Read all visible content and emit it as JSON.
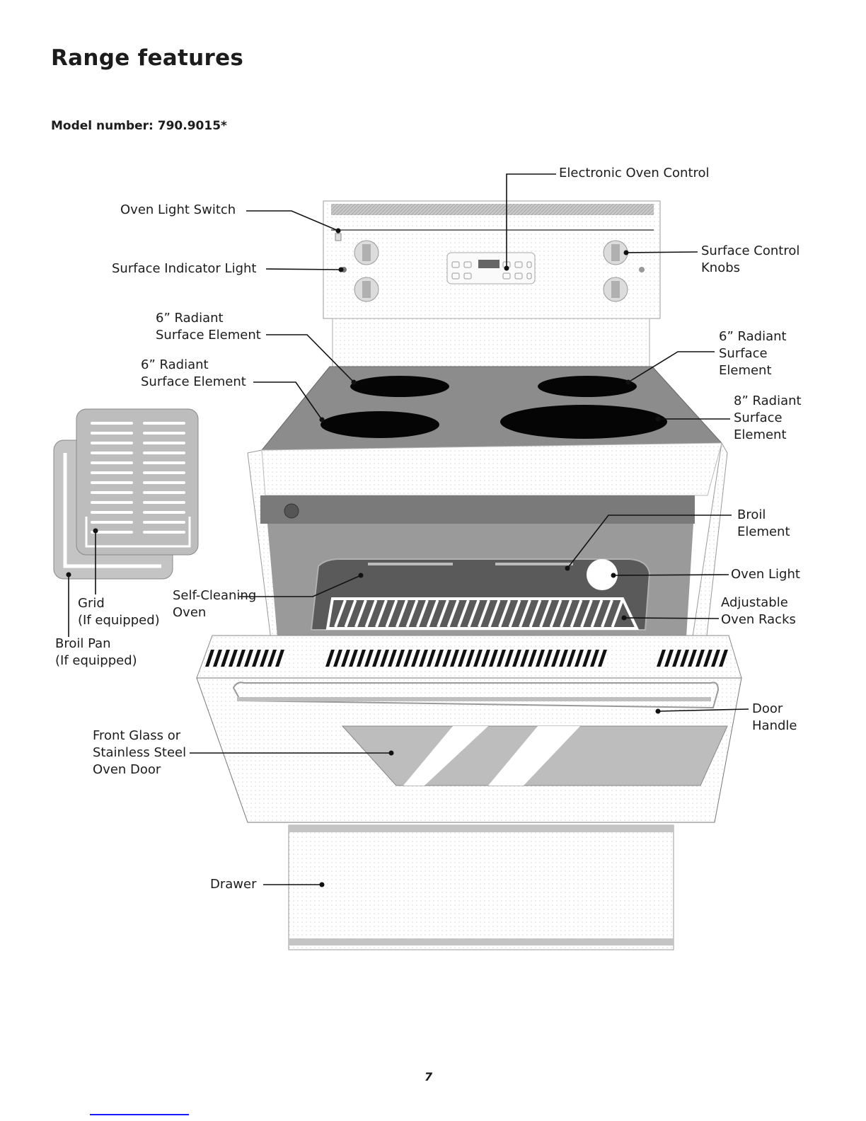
{
  "page": {
    "title": "Range features",
    "model_line": "Model number: 790.9015*",
    "page_number": "7"
  },
  "callouts": {
    "electronic_oven_control": "Electronic Oven Control",
    "oven_light_switch": "Oven Light Switch",
    "surface_indicator_light": "Surface Indicator Light",
    "surface_control_knobs": [
      "Surface Control",
      "Knobs"
    ],
    "radiant_6_left_rear": [
      "6” Radiant",
      "Surface Element"
    ],
    "radiant_6_left_front": [
      "6” Radiant",
      "Surface Element"
    ],
    "radiant_6_right_rear": [
      "6” Radiant",
      "Surface",
      "Element"
    ],
    "radiant_8_right_front": [
      "8” Radiant",
      "Surface",
      "Element"
    ],
    "broil_element": [
      "Broil",
      "Element"
    ],
    "oven_light": "Oven Light",
    "adjustable_oven_racks": [
      "Adjustable",
      "Oven Racks"
    ],
    "self_cleaning_oven": [
      "Self-Cleaning",
      "Oven"
    ],
    "grid": [
      "Grid",
      "(If equipped)"
    ],
    "broil_pan": [
      "Broil Pan",
      "(If equipped)"
    ],
    "door_handle": [
      "Door",
      "Handle"
    ],
    "front_glass": [
      "Front Glass or",
      "Stainless Steel",
      "Oven Door"
    ],
    "drawer": "Drawer"
  },
  "colors": {
    "ink": "#1c1c1c",
    "element_black": "#050505",
    "cooktop_gray": "#8c8c8c",
    "oven_cavity": "#6e6e6e",
    "panel_light": "#e6e6e6",
    "footer_rule": "#1a1aff"
  }
}
